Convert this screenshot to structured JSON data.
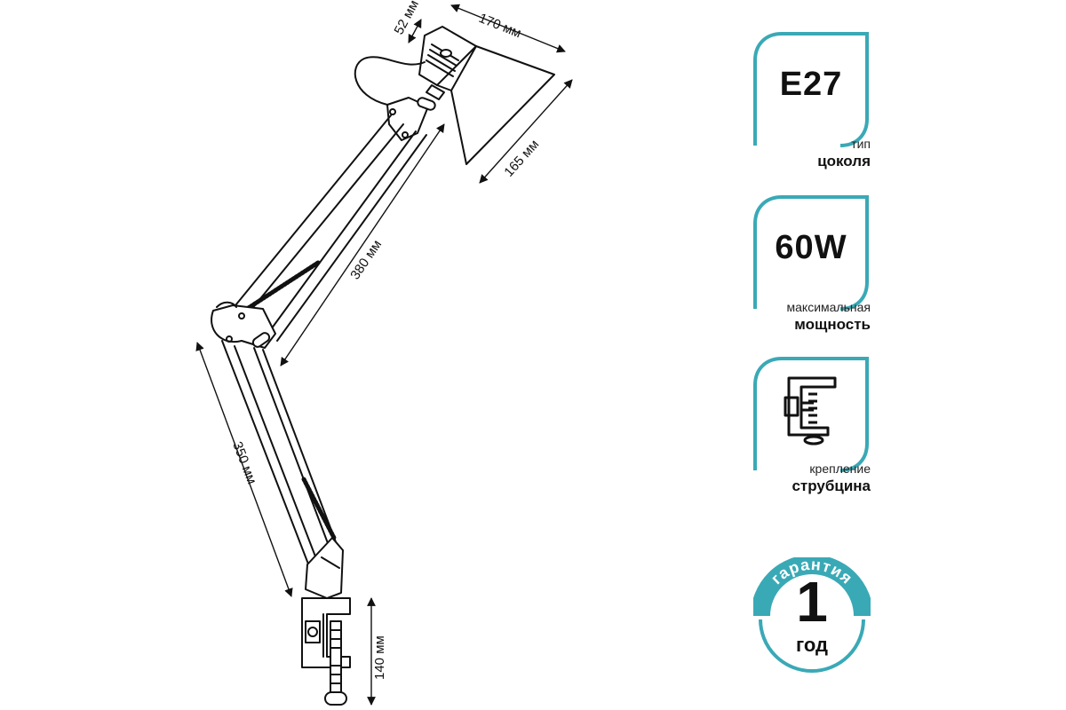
{
  "dimensions": {
    "neck": "52 мм",
    "shade_length": "170 мм",
    "shade_diameter": "165 мм",
    "upper_arm": "380 мм",
    "lower_arm": "350 мм",
    "clamp": "140 мм"
  },
  "features": [
    {
      "value": "E27",
      "line1": "тип",
      "line2": "цоколя"
    },
    {
      "value": "60W",
      "line1": "максимальная",
      "line2": "мощность"
    },
    {
      "icon": "clamp-icon",
      "line1": "крепление",
      "line2": "струбцина"
    }
  ],
  "warranty": {
    "label": "гарантия",
    "number": "1",
    "unit": "год"
  },
  "colors": {
    "accent": "#3aa9b6",
    "line": "#111111"
  }
}
